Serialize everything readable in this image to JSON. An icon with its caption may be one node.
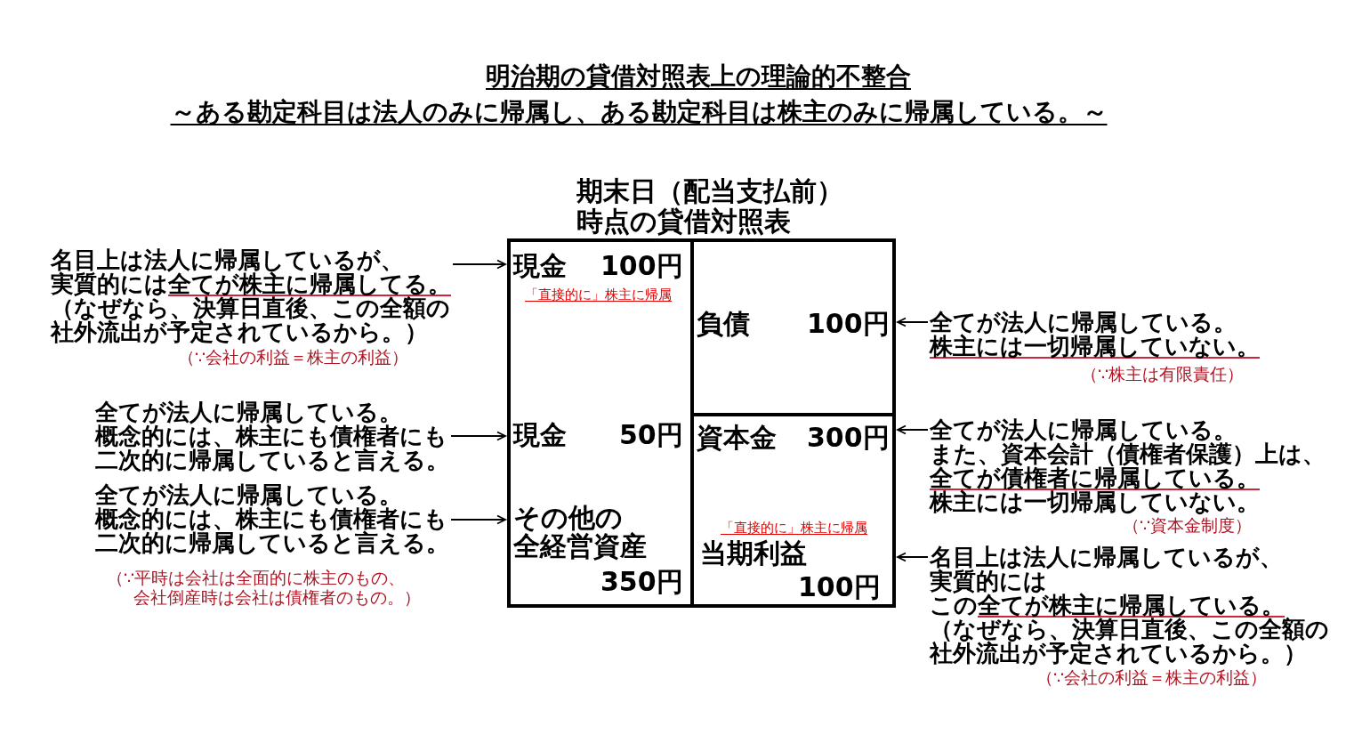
{
  "diagram": {
    "title": "明治期の貸借対照表上の理論的不整合",
    "nodes": [
      {
        "text": [
          "期末日（配当支払前）時点の貸借対照表"
        ]
      },
      {
        "text": [
          "現金",
          "100円",
          "「直接的に」株主に帰属"
        ],
        "in": 0
      },
      {
        "text": [
          "現金",
          "50円"
        ],
        "in": 0
      },
      {
        "text": [
          "その他の全経営資産",
          "350円"
        ],
        "in": 0
      },
      {
        "text": [
          "負債",
          "100円"
        ],
        "in": 0
      },
      {
        "text": [
          "資本金",
          "300円"
        ],
        "in": 0
      },
      {
        "text": [
          "「直接的に」株主に帰属",
          "当期利益",
          "100円"
        ],
        "in": 0
      },
      {
        "text": [
          "名目上は法人に帰属しているが、実質的には全てが株主に帰属してる。",
          "（なぜなら、決算日直後、この全額の社外流出が予定されているから。）",
          "（∵会社の利益＝株主の利益）"
        ]
      },
      {
        "text": [
          "全てが法人に帰属している。概念的には、株主にも債権者にも二次的に帰属していると言える。"
        ]
      },
      {
        "text": [
          "全てが法人に帰属している。概念的には、株主にも債権者にも二次的に帰属していると言える。",
          "（∵平時は会社は全面的に株主のもの、会社倒産時は会社は債権者のもの。）"
        ]
      },
      {
        "text": [
          "全てが法人に帰属している。株主には一切帰属していない。",
          "（∵株主は有限責任）"
        ]
      },
      {
        "text": [
          "全てが法人に帰属している。また、資本会計（債権者保護）上は、全てが債権者に帰属している。株主には一切帰属していない。",
          "（∵資本金制度）"
        ]
      },
      {
        "text": [
          "名目上は法人に帰属しているが、実質的にはこの全てが株主に帰属している。",
          "（なぜなら、決算日直後、この全額の社外流出が予定されているから。）",
          "（∵会社の利益＝株主の利益）"
        ]
      }
    ],
    "edges": [
      {
        "from": 7,
        "to": 1,
        "arrow": "to"
      },
      {
        "from": 8,
        "to": 2,
        "arrow": "to"
      },
      {
        "from": 9,
        "to": 3,
        "arrow": "to"
      },
      {
        "from": 10,
        "to": 4,
        "arrow": "to"
      },
      {
        "from": 11,
        "to": 5,
        "arrow": "to"
      },
      {
        "from": 12,
        "to": 6,
        "arrow": "to"
      }
    ],
    "labels": [
      "～ある勘定科目は法人のみに帰属し、ある勘定科目は株主のみに帰属している。～"
    ]
  }
}
